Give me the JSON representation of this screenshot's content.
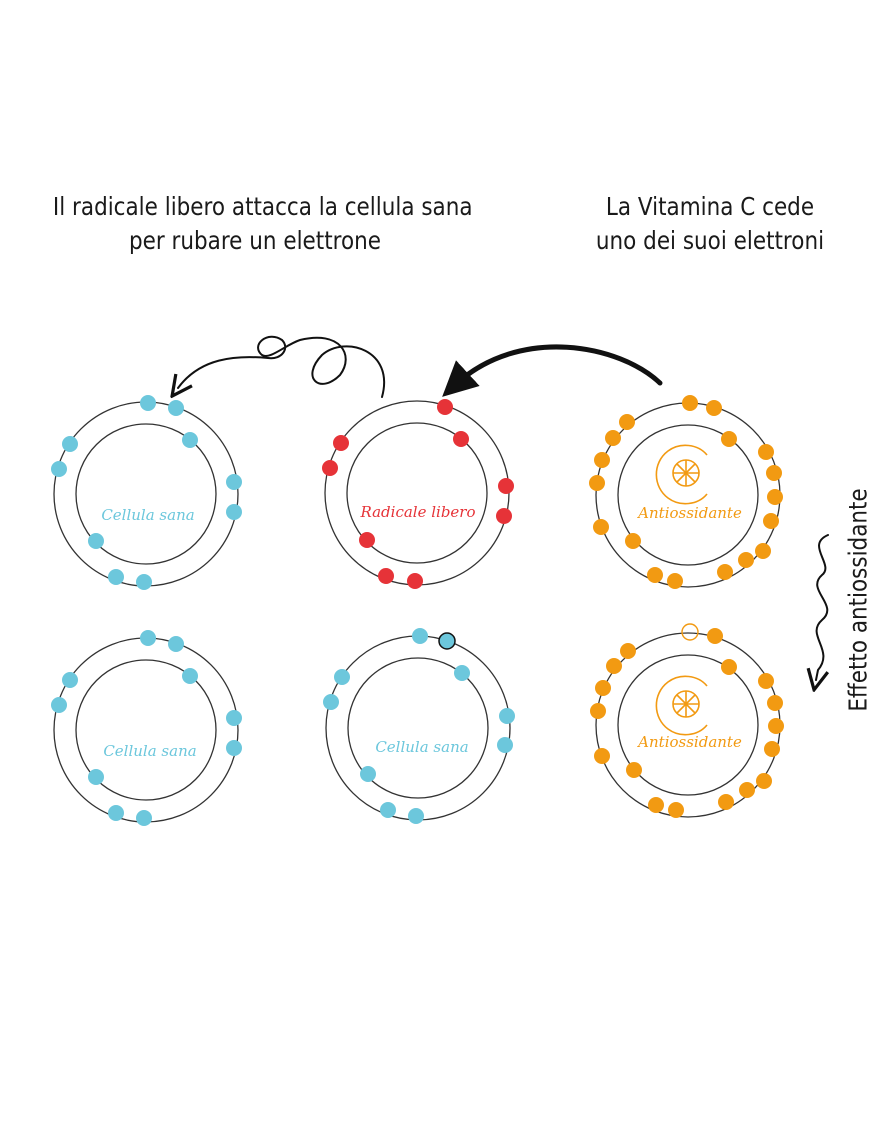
{
  "captions": {
    "left": [
      "Il radicale libero attacca la cellula sana",
      "per rubare un elettrone"
    ],
    "right": [
      "La Vitamina C cede",
      "uno dei suoi elettroni"
    ],
    "side": "Effetto antiossidante"
  },
  "colors": {
    "healthy": "#6cc7dc",
    "radical": "#e63338",
    "antioxidant": "#f29a12",
    "outline": "#333333",
    "arrow": "#111111"
  },
  "cells": [
    {
      "id": "cellula-sana-1",
      "label": "Cellula sana",
      "kind": "healthy",
      "electrons": 10
    },
    {
      "id": "radicale-libero",
      "label": "Radicale libero",
      "kind": "radical",
      "electrons": 9
    },
    {
      "id": "antiossidante-1",
      "label": "Antiossidante",
      "kind": "antioxidant",
      "electrons": 18
    },
    {
      "id": "cellula-sana-2",
      "label": "Cellula sana",
      "kind": "healthy",
      "electrons": 10
    },
    {
      "id": "cellula-sana-3",
      "label": "Cellula sana",
      "kind": "healthy",
      "electrons": 10
    },
    {
      "id": "antiossidante-2",
      "label": "Antiossidante",
      "kind": "antioxidant",
      "electrons": 17
    }
  ]
}
